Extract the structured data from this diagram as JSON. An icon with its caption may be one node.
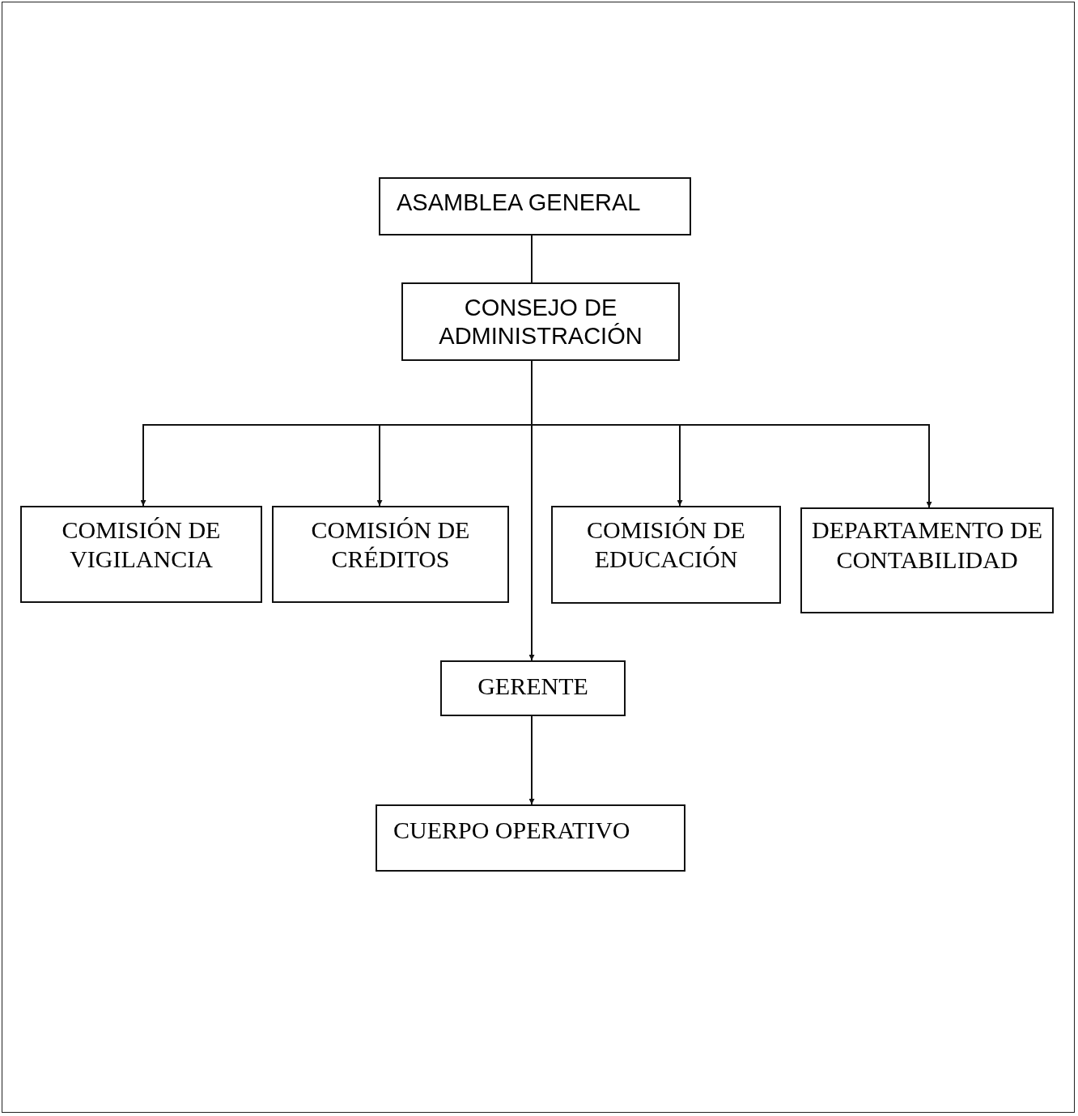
{
  "diagram": {
    "nodes": [
      {
        "text": [
          "ASAMBLEA GENERAL"
        ]
      },
      {
        "text": [
          "CONSEJO DE ADMINISTRACIÓN"
        ]
      },
      {
        "text": [
          "COMISIÓN DE VIGILANCIA"
        ]
      },
      {
        "text": [
          "COMISIÓN DE CRÉDITOS"
        ]
      },
      {
        "text": [
          "COMISIÓN DE EDUCACIÓN"
        ]
      },
      {
        "text": [
          "DEPARTAMENTO DE CONTABILIDAD"
        ]
      },
      {
        "text": [
          "GERENTE"
        ]
      },
      {
        "text": [
          "CUERPO OPERATIVO"
        ]
      }
    ],
    "edges": [
      {
        "from": 0,
        "to": 1,
        "arrow": "none"
      },
      {
        "from": 1,
        "to": 2,
        "arrow": "to"
      },
      {
        "from": 1,
        "to": 3,
        "arrow": "to"
      },
      {
        "from": 1,
        "to": 6,
        "arrow": "to"
      },
      {
        "from": 1,
        "to": 4,
        "arrow": "to"
      },
      {
        "from": 1,
        "to": 5,
        "arrow": "to"
      },
      {
        "from": 6,
        "to": 7,
        "arrow": "to"
      }
    ]
  }
}
